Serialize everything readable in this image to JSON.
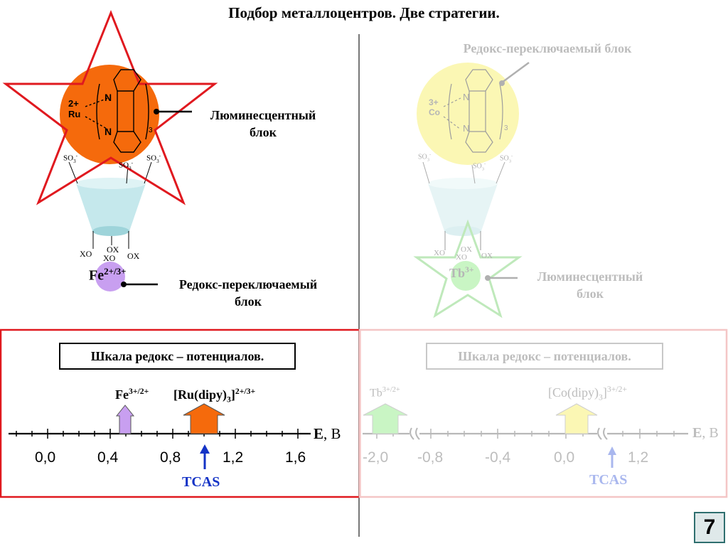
{
  "title": "Подбор металлоцентров. Две стратегии.",
  "left": {
    "lum_label": [
      "Люминесцентный",
      "блок"
    ],
    "redox_label": [
      "Редокс-переключаемый",
      "блок"
    ],
    "ru_charge": "2+",
    "ru_symbol": "Ru",
    "n_atom": "N",
    "complex_sub": "3",
    "fe_main": "Fe",
    "fe_sup": "2+/3+",
    "so3": "SO",
    "so3_sub": "3",
    "so3_sup": "-",
    "xo": "XO",
    "ox": "OX",
    "scale_title": "Шкала редокс – потенциалов.",
    "arrow1_main": "Fe",
    "arrow1_sup": "3+/2+",
    "arrow2_main": "[Ru(dipy)",
    "arrow2_sub": "3",
    "arrow2_close": "]",
    "arrow2_sup": "2+/3+",
    "axis_label": "E",
    "axis_unit": ", В",
    "ticks": [
      "0,0",
      "0,4",
      "0,8",
      "1,2",
      "1,6"
    ],
    "tcas": "TCAS",
    "colors": {
      "frame": "#e0191f",
      "fe_arrow": "#c89ff0",
      "ru_arrow": "#f56a0c",
      "tcas": "#1433c6"
    }
  },
  "right": {
    "redox_label": "Редокс-переключаемый блок",
    "lum_label": [
      "Люминесцентный",
      "блок"
    ],
    "co_charge": "3+",
    "co_symbol": "Co",
    "tb_main": "Tb",
    "tb_sup": "3+",
    "scale_title": "Шкала редокс – потенциалов.",
    "arrow1_main": "Tb",
    "arrow1_sup": "3+/2+",
    "arrow2_main": "[Co(dipy)",
    "arrow2_sub": "3",
    "arrow2_close": "]",
    "arrow2_sup": "3+/2+",
    "axis_label": "E",
    "axis_unit": ", В",
    "ticks": [
      "-2,0",
      "-0,8",
      "-0,4",
      "0,0",
      "1,2"
    ],
    "tcas": "TCAS",
    "colors": {
      "frame": "#f4c6c6",
      "tb_arrow": "#c9f5c4",
      "co_arrow": "#fbf7b4",
      "tcas": "#a9b7ee"
    }
  },
  "slide_number": "7"
}
